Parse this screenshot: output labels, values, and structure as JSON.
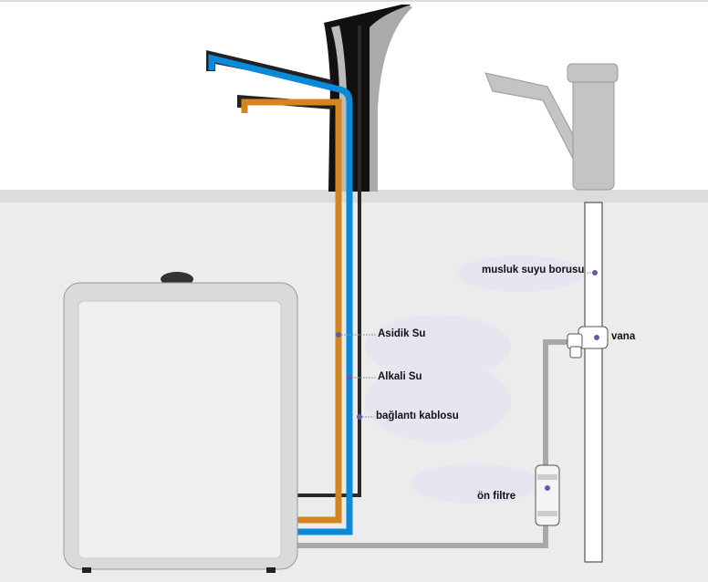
{
  "labels": {
    "acidic": "Asidik Su",
    "alkaline": "Alkali Su",
    "cable": "bağlantı kablosu",
    "tap_pipe": "musluk suyu borusu",
    "valve": "vana",
    "prefilter": "ön filtre"
  },
  "colors": {
    "acidic": "#d4861c",
    "alkaline": "#0a8ad8",
    "cable": "#2e2824",
    "feed": "#a8a8a8",
    "dot": "#5560a8"
  }
}
